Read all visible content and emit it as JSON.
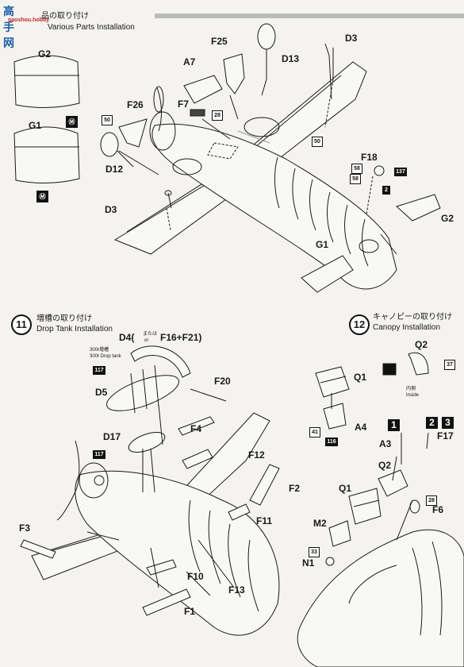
{
  "watermark": {
    "text": "高手网",
    "url": "gaoshou.hobby"
  },
  "step10": {
    "title": "Various Parts Installation",
    "title_prefix": "品の取り付け"
  },
  "step11": {
    "number": "11",
    "title_jp": "増槽の取り付け",
    "title_en": "Drop Tank Installation"
  },
  "step12": {
    "number": "12",
    "title_jp": "キャノピーの取り付け",
    "title_en": "Canopy Installation"
  },
  "labels": {
    "G2": "G2",
    "G1": "G1",
    "A7": "A7",
    "F25": "F25",
    "D3_top": "D3",
    "D13": "D13",
    "F26": "F26",
    "F7": "F7",
    "D12": "D12",
    "D3_left": "D3",
    "F18": "F18",
    "G2_right": "G2",
    "G1_bottom": "G1",
    "D4": "D4(",
    "D4_alt": "F16+F21)",
    "D4_or": "または",
    "D4_or_en": "or",
    "F20": "F20",
    "D5": "D5",
    "F4": "F4",
    "D17": "D17",
    "F12": "F12",
    "F2": "F2",
    "F11": "F11",
    "F3": "F3",
    "F10": "F10",
    "F13": "F13",
    "F1": "F1",
    "Q2_top": "Q2",
    "Q1_top": "Q1",
    "A4": "A4",
    "inside_jp": "内側",
    "inside_en": "Inside",
    "A3": "A3",
    "F17": "F17",
    "Q2": "Q2",
    "Q1": "Q1",
    "F6": "F6",
    "M2": "M2",
    "N1": "N1"
  },
  "legend": {
    "line1": "300ℓ増槽",
    "line2": "300ℓ Drop tank"
  },
  "badges": {
    "b50a": "50",
    "b28a": "28",
    "b50b": "50",
    "b58a": "58",
    "b58b": "58",
    "b137": "137",
    "b2": "2",
    "b117a": "117",
    "b117b": "117",
    "b37": "37",
    "b41": "41",
    "b116": "116",
    "b28b": "28",
    "b33": "33"
  },
  "variant_marks": {
    "m1": "1",
    "m2": "2",
    "m3": "3"
  }
}
